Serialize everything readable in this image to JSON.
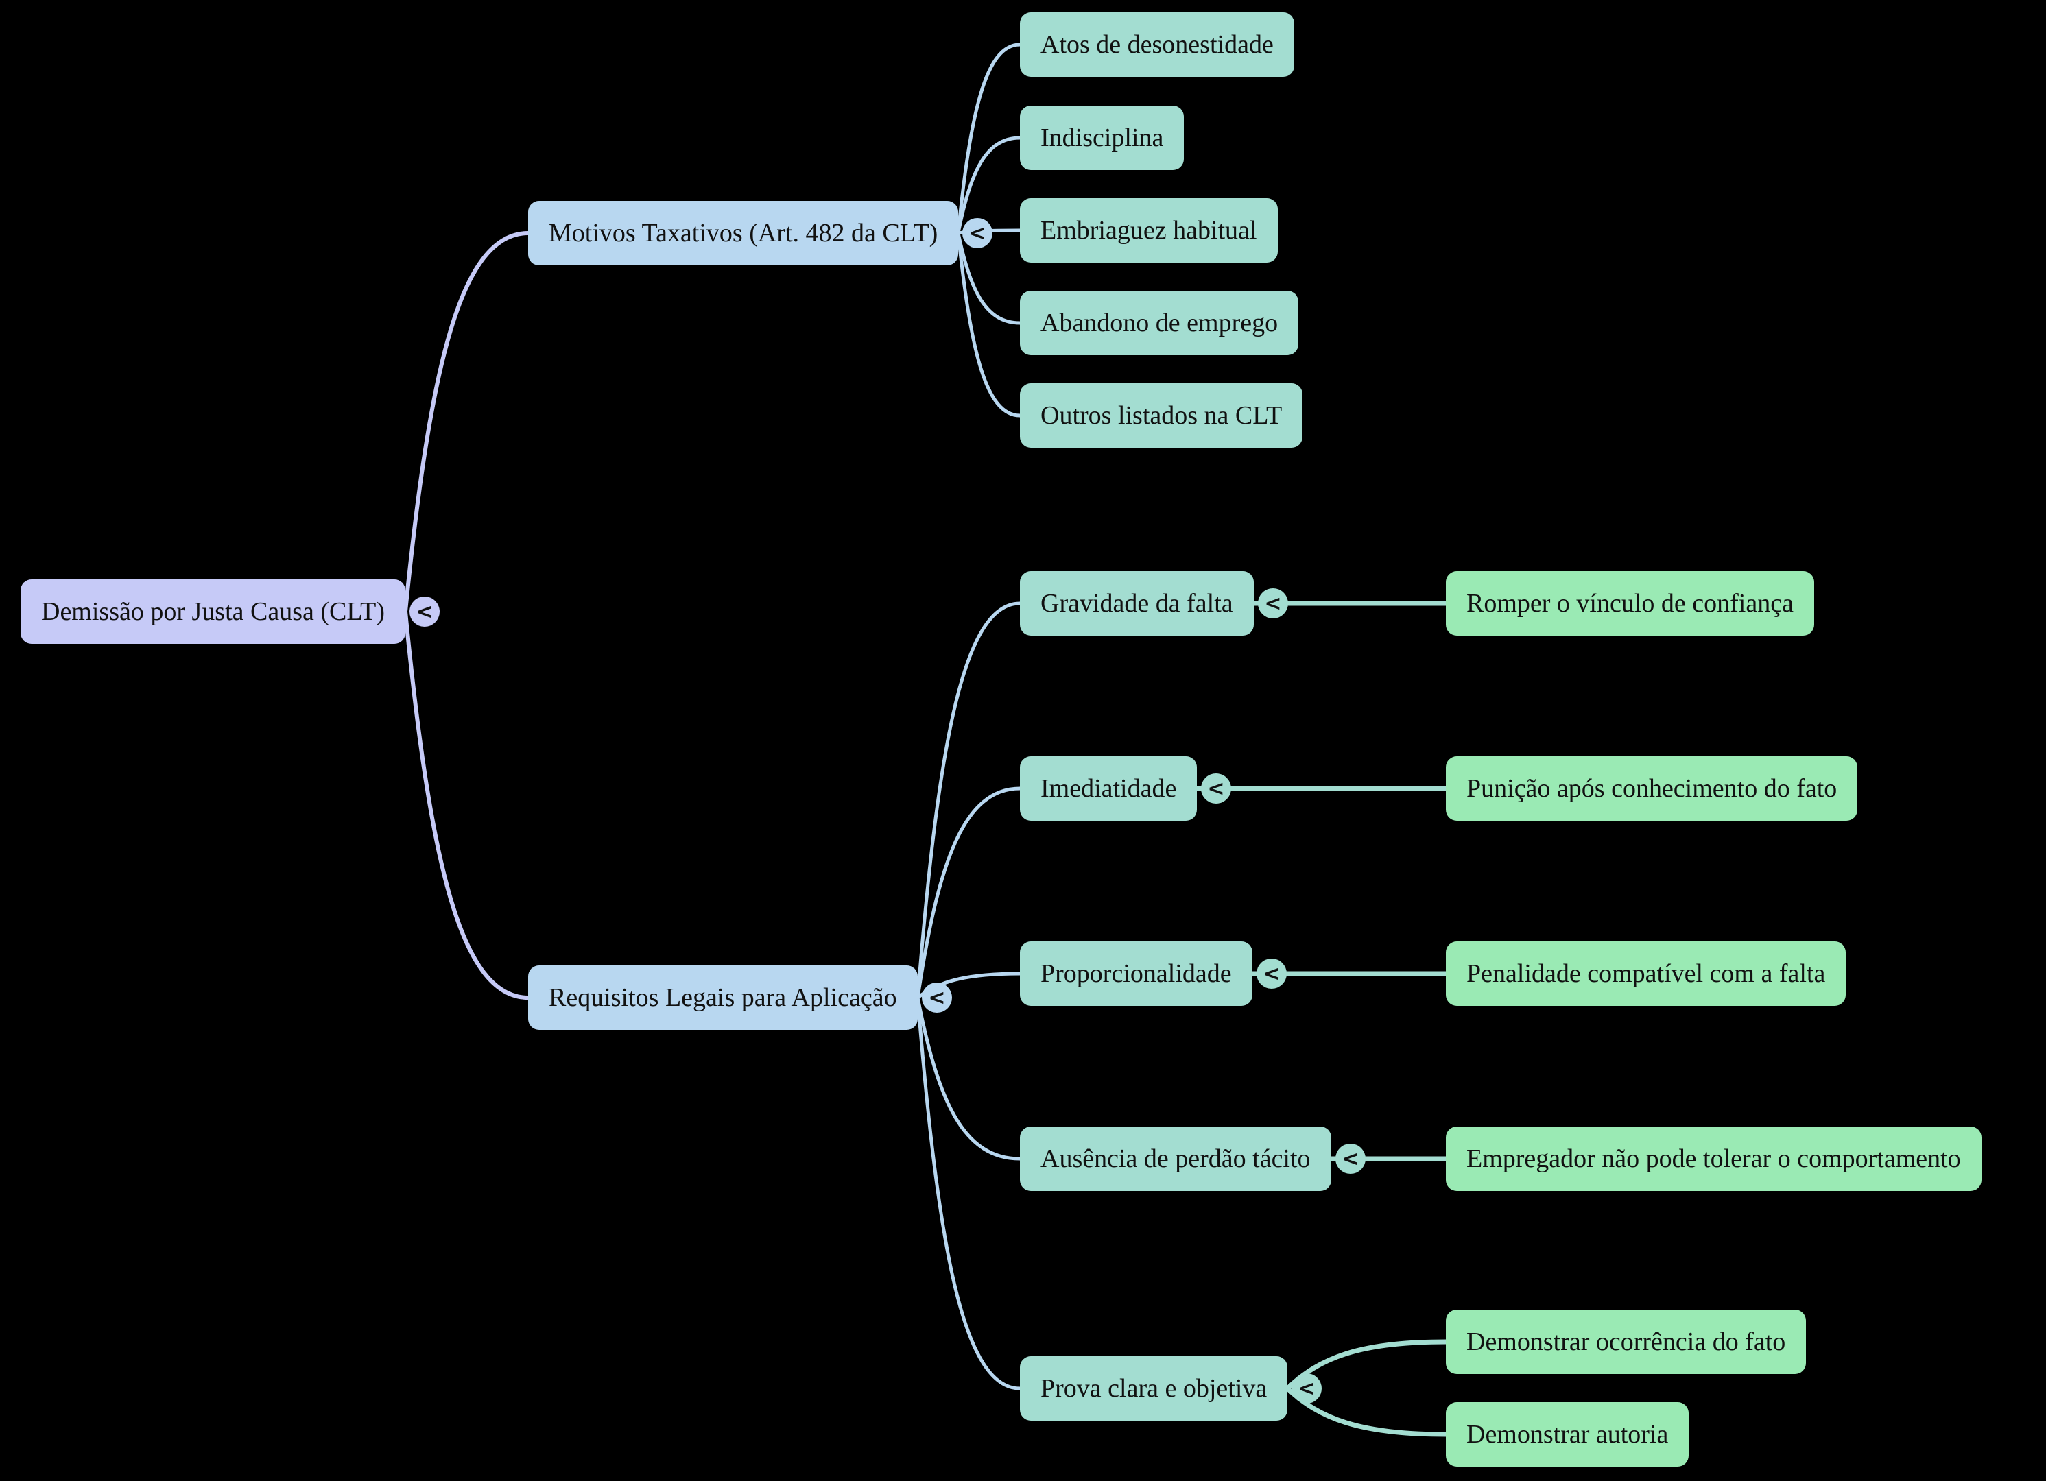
{
  "diagram": {
    "background": "#000000",
    "toggle_glyph": "<",
    "colors": {
      "root": "#c6caf7",
      "branch": "#b8d7f0",
      "criterion": "#a3ddd1",
      "detail": "#9aeab4"
    },
    "root": {
      "label": "Demissão por Justa Causa (CLT)"
    },
    "branches": [
      {
        "label": "Motivos Taxativos (Art. 482 da CLT)",
        "children": [
          "Atos de desonestidade",
          "Indisciplina",
          "Embriaguez habitual",
          "Abandono de emprego",
          "Outros listados na CLT"
        ]
      },
      {
        "label": "Requisitos Legais para Aplicação",
        "children": [
          {
            "label": "Gravidade da falta",
            "details": [
              "Romper o vínculo de confiança"
            ]
          },
          {
            "label": "Imediatidade",
            "details": [
              "Punição após conhecimento do fato"
            ]
          },
          {
            "label": "Proporcionalidade",
            "details": [
              "Penalidade compatível com a falta"
            ]
          },
          {
            "label": "Ausência de perdão tácito",
            "details": [
              "Empregador não pode tolerar o comportamento"
            ]
          },
          {
            "label": "Prova clara e objetiva",
            "details": [
              "Demonstrar ocorrência do fato",
              "Demonstrar autoria"
            ]
          }
        ]
      }
    ]
  }
}
